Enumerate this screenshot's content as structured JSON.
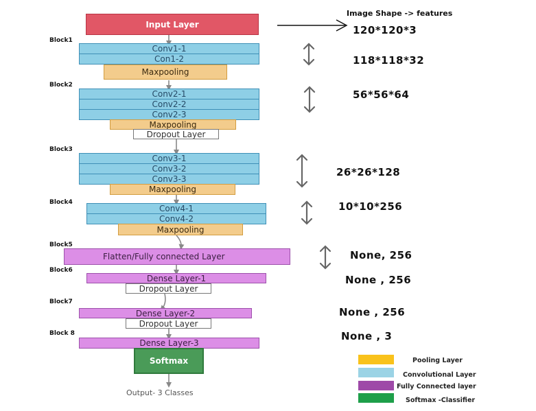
{
  "header": {
    "label": "Image Shape -> features"
  },
  "blocks": {
    "b1": "Block1",
    "b2": "Block2",
    "b3": "Block3",
    "b4": "Block4",
    "b5": "Block5",
    "b6": "Block6",
    "b7": "Block7",
    "b8": "Block 8"
  },
  "layers": {
    "input": "Input Layer",
    "conv1_1": "Conv1-1",
    "conv1_2": "Con1-2",
    "pool1": "Maxpooling",
    "conv2_1": "Conv2-1",
    "conv2_2": "Conv2-2",
    "conv2_3": "Conv2-3",
    "pool2": "Maxpooling",
    "drop2": "Dropout Layer",
    "conv3_1": "Conv3-1",
    "conv3_2": "Conv3-2",
    "conv3_3": "Conv3-3",
    "pool3": "Maxpooling",
    "conv4_1": "Conv4-1",
    "conv4_2": "Conv4-2",
    "pool4": "Maxpooling",
    "flatten": "Flatten/Fully connected Layer",
    "dense1": "Dense Layer-1",
    "drop6": "Dropout Layer",
    "dense2": "Dense Layer-2",
    "drop7": "Dropout Layer",
    "dense3": "Dense Layer-3",
    "softmax": "Softmax",
    "output": "Output- 3 Classes"
  },
  "shapes": {
    "input": "120*120*3",
    "b1": "118*118*32",
    "b2": "56*56*64",
    "b3": "26*26*128",
    "b4": "10*10*256",
    "b5": "None, 256",
    "b6": "None , 256",
    "b7": "None , 256",
    "b8": "None , 3"
  },
  "legend": {
    "pooling": {
      "label": "Pooling Layer",
      "color": "#f9c21b"
    },
    "conv": {
      "label": "Convolutional Layer",
      "color": "#9bd3e5"
    },
    "fc": {
      "label": "Fully Connected layer",
      "color": "#9e4aa8"
    },
    "softmax": {
      "label": "Softmax -Classifier",
      "color": "#1e9f4a"
    }
  }
}
